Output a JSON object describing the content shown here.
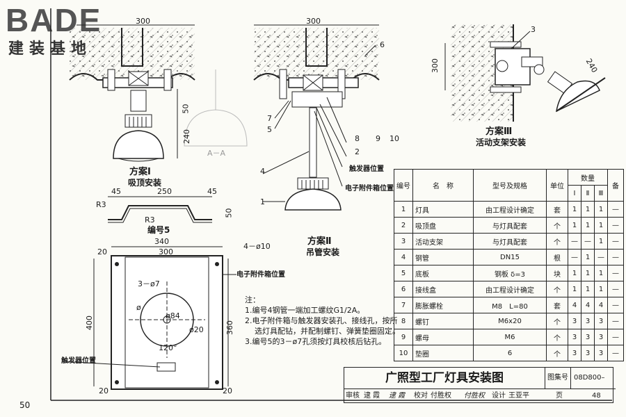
{
  "logo": {
    "text": "BADE",
    "subtitle": "建装基地"
  },
  "page_number_left": "50",
  "dims": {
    "d300a": "300",
    "d300b": "300",
    "d50a": "50",
    "d240a": "240",
    "d300c": "300",
    "d240c": "240",
    "d3": "3",
    "d45a": "45",
    "d250": "250",
    "d45b": "45",
    "d50b": "50",
    "r3a": "R3",
    "r3b": "R3",
    "d340": "340",
    "d20a": "20",
    "d300d": "300",
    "d4d10": "4－ø10",
    "d3d7": "3－ø7",
    "dphi84": "ø84",
    "dphi20": "ø20",
    "d120": "120°",
    "dphi": "ø",
    "d400": "400",
    "d360": "360",
    "d20b": "20",
    "d20c": "20"
  },
  "leaders": {
    "n6": "6",
    "n7": "7",
    "n5": "5",
    "n8": "8",
    "n9": "9",
    "n10": "10",
    "n2": "2",
    "n4": "4",
    "n1": "1",
    "aa": "A－A",
    "trigger": "触发器位置",
    "elec": "电子附件箱位置",
    "elec2": "电子附件箱位置",
    "trigger2": "触发器位置"
  },
  "captions": {
    "s1": "方案Ⅰ",
    "s1sub": "吸顶安装",
    "s2": "方案Ⅱ",
    "s2sub": "吊管安装",
    "s3": "方案Ⅲ",
    "s3sub": "活动支架安装",
    "part5": "编号5"
  },
  "notes": {
    "title": "注：",
    "n1": "1.编号4钢管一端加工螺纹G1/2A。",
    "n2a": "2.电子附件箱与触发器安装孔、接线孔，按所",
    "n2b": "选灯具配钻，并配制螺钉、弹簧垫圈固定。",
    "n3": "3.编号5的3－ø7孔须按灯具校核后钻孔。"
  },
  "table": {
    "headers": {
      "no": "编号",
      "name": "名　称",
      "spec": "型号及规格",
      "unit": "单位",
      "qty": "数量",
      "q1": "Ⅰ",
      "q2": "Ⅱ",
      "q3": "Ⅲ",
      "note": "备"
    },
    "rows": [
      {
        "no": "1",
        "name": "灯具",
        "spec": "由工程设计确定",
        "unit": "套",
        "q1": "1",
        "q2": "1",
        "q3": "1",
        "note": "—"
      },
      {
        "no": "2",
        "name": "吸顶盘",
        "spec": "与灯具配套",
        "unit": "个",
        "q1": "1",
        "q2": "1",
        "q3": "1",
        "note": "—"
      },
      {
        "no": "3",
        "name": "活动支架",
        "spec": "与灯具配套",
        "unit": "个",
        "q1": "—",
        "q2": "—",
        "q3": "1",
        "note": "—"
      },
      {
        "no": "4",
        "name": "钢管",
        "spec": "DN15",
        "unit": "根",
        "q1": "—",
        "q2": "1",
        "q3": "—",
        "note": "—"
      },
      {
        "no": "5",
        "name": "底板",
        "spec": "钢板 δ=3",
        "unit": "块",
        "q1": "1",
        "q2": "1",
        "q3": "1",
        "note": "—"
      },
      {
        "no": "6",
        "name": "接线盒",
        "spec": "由工程设计确定",
        "unit": "个",
        "q1": "1",
        "q2": "1",
        "q3": "1",
        "note": "—"
      },
      {
        "no": "7",
        "name": "膨胀螺栓",
        "spec": "M8　L=80",
        "unit": "套",
        "q1": "4",
        "q2": "4",
        "q3": "4",
        "note": "—"
      },
      {
        "no": "8",
        "name": "螺钉",
        "spec": "M6x20",
        "unit": "个",
        "q1": "3",
        "q2": "3",
        "q3": "3",
        "note": "—"
      },
      {
        "no": "9",
        "name": "螺母",
        "spec": "M6",
        "unit": "个",
        "q1": "3",
        "q2": "3",
        "q3": "3",
        "note": "—"
      },
      {
        "no": "10",
        "name": "垫圈",
        "spec": "6",
        "unit": "个",
        "q1": "3",
        "q2": "3",
        "q3": "3",
        "note": "—"
      }
    ]
  },
  "title_block": {
    "title": "广照型工厂灯具安装图",
    "atlas_label": "图集号",
    "atlas_no": "08D800–",
    "review_label": "审核",
    "reviewer": "逮 霞",
    "check_label": "校对",
    "checker": "付胜权",
    "design_label": "设计",
    "designer": "王亚平",
    "page_label": "页",
    "page": "48"
  }
}
